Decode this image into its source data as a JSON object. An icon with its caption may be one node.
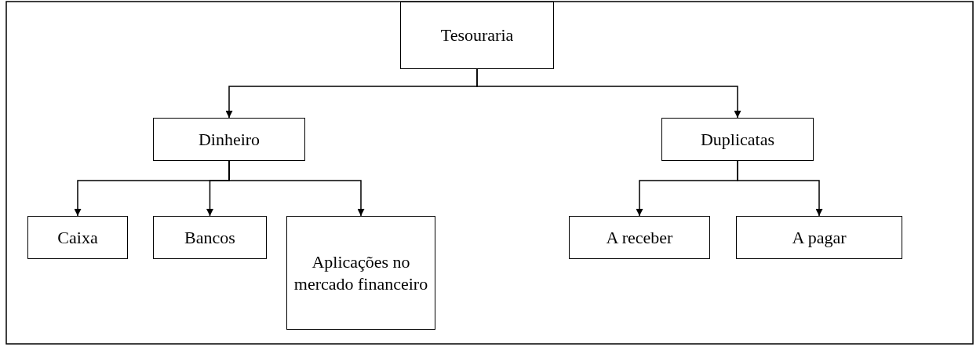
{
  "diagram": {
    "nodes": [
      {
        "text": [
          "Tesouraria"
        ]
      },
      {
        "text": [
          "Dinheiro"
        ]
      },
      {
        "text": [
          "Duplicatas"
        ]
      },
      {
        "text": [
          "Caixa"
        ]
      },
      {
        "text": [
          "Bancos"
        ]
      },
      {
        "text": [
          "Aplicações no mercado financeiro"
        ]
      },
      {
        "text": [
          "A receber"
        ]
      },
      {
        "text": [
          "A pagar"
        ]
      }
    ],
    "edges": [
      {
        "from": 0,
        "to": 1,
        "arrow": "to"
      },
      {
        "from": 0,
        "to": 2,
        "arrow": "to"
      },
      {
        "from": 1,
        "to": 3,
        "arrow": "to"
      },
      {
        "from": 1,
        "to": 4,
        "arrow": "to"
      },
      {
        "from": 1,
        "to": 5,
        "arrow": "to"
      },
      {
        "from": 2,
        "to": 6,
        "arrow": "to"
      },
      {
        "from": 2,
        "to": 7,
        "arrow": "to"
      }
    ]
  }
}
